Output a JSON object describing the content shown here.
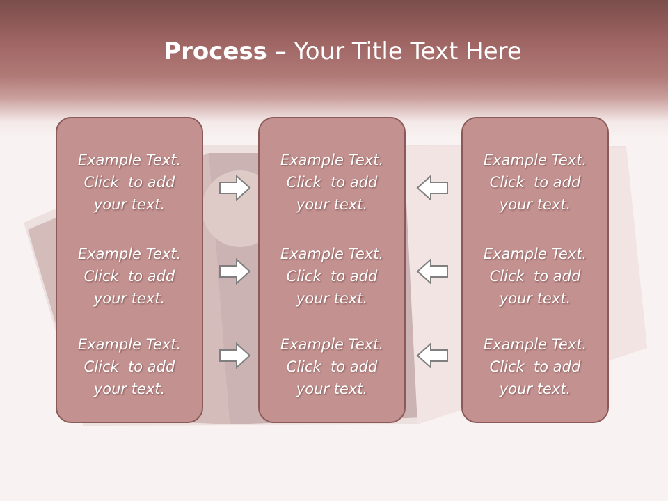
{
  "title": {
    "bold": "Process",
    "rest": " – Your Title Text Here"
  },
  "panels": [
    {
      "items": [
        {
          "line1": "Example Text.",
          "line2": "Click  to add",
          "line3": "your text."
        },
        {
          "line1": "Example Text.",
          "line2": "Click  to add",
          "line3": "your text."
        },
        {
          "line1": "Example Text.",
          "line2": "Click  to add",
          "line3": "your text."
        }
      ]
    },
    {
      "items": [
        {
          "line1": "Example Text.",
          "line2": "Click  to add",
          "line3": "your text."
        },
        {
          "line1": "Example Text.",
          "line2": "Click  to add",
          "line3": "your text."
        },
        {
          "line1": "Example Text.",
          "line2": "Click  to add",
          "line3": "your text."
        }
      ]
    },
    {
      "items": [
        {
          "line1": "Example Text.",
          "line2": "Click  to add",
          "line3": "your text."
        },
        {
          "line1": "Example Text.",
          "line2": "Click  to add",
          "line3": "your text."
        },
        {
          "line1": "Example Text.",
          "line2": "Click  to add",
          "line3": "your text."
        }
      ]
    }
  ],
  "arrows": {
    "left_column": "right-arrow-icon",
    "right_column": "left-arrow-icon"
  },
  "colors": {
    "header_dark": "#7a4d4b",
    "panel_fill": "#c39290",
    "panel_border": "#8b5a58",
    "text": "#ffffff"
  }
}
